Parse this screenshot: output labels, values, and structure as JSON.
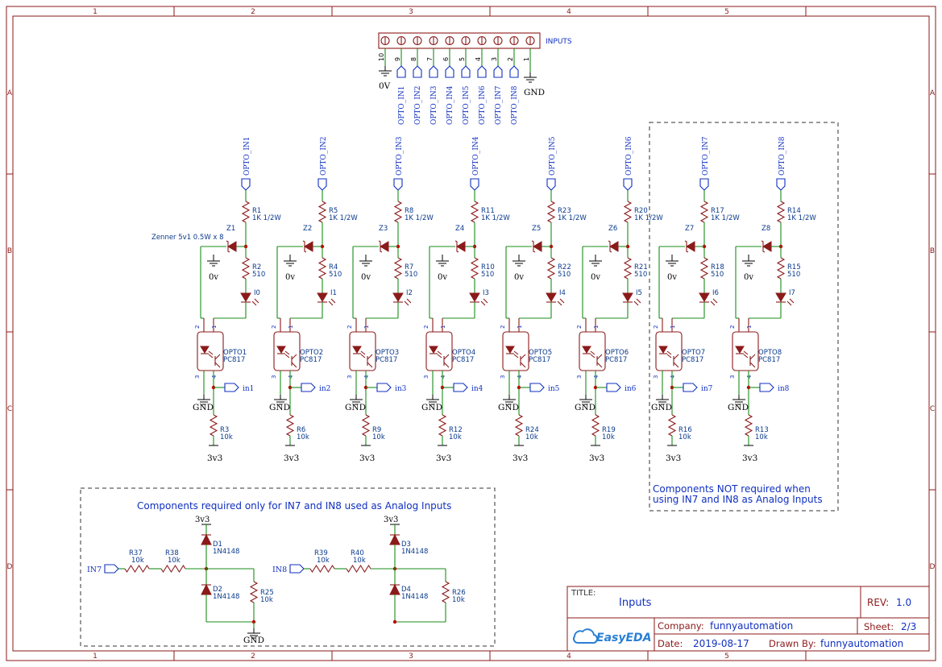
{
  "border": {
    "columns": [
      "1",
      "2",
      "3",
      "4",
      "5"
    ],
    "rows": [
      "A",
      "B",
      "C",
      "D"
    ]
  },
  "header": {
    "connector_label": "INPUTS",
    "pins": [
      "10",
      "9",
      "8",
      "7",
      "6",
      "5",
      "4",
      "3",
      "2",
      "1"
    ],
    "zero_v": "0V",
    "gnd": "GND",
    "nets": [
      "OPTO_IN1",
      "OPTO_IN2",
      "OPTO_IN3",
      "OPTO_IN4",
      "OPTO_IN5",
      "OPTO_IN6",
      "OPTO_IN7",
      "OPTO_IN8"
    ]
  },
  "zener_note": "Zenner 5v1 0.5W x 8",
  "channels": [
    {
      "net": "OPTO_IN1",
      "r_in": "R1",
      "r_in_val": "1K 1/2W",
      "zener": "Z1",
      "r_led": "R2",
      "r_led_val": "510",
      "led": "I0",
      "opto": "OPTO1",
      "opto_part": "PC817",
      "out": "in1",
      "r_pu": "R3",
      "r_pu_val": "10k"
    },
    {
      "net": "OPTO_IN2",
      "r_in": "R5",
      "r_in_val": "1K 1/2W",
      "zener": "Z2",
      "r_led": "R4",
      "r_led_val": "510",
      "led": "I1",
      "opto": "OPTO2",
      "opto_part": "PC817",
      "out": "in2",
      "r_pu": "R6",
      "r_pu_val": "10k"
    },
    {
      "net": "OPTO_IN3",
      "r_in": "R8",
      "r_in_val": "1K 1/2W",
      "zener": "Z3",
      "r_led": "R7",
      "r_led_val": "510",
      "led": "I2",
      "opto": "OPTO3",
      "opto_part": "PC817",
      "out": "in3",
      "r_pu": "R9",
      "r_pu_val": "10k"
    },
    {
      "net": "OPTO_IN4",
      "r_in": "R11",
      "r_in_val": "1K 1/2W",
      "zener": "Z4",
      "r_led": "R10",
      "r_led_val": "510",
      "led": "I3",
      "opto": "OPTO4",
      "opto_part": "PC817",
      "out": "in4",
      "r_pu": "R12",
      "r_pu_val": "10k"
    },
    {
      "net": "OPTO_IN5",
      "r_in": "R23",
      "r_in_val": "1K 1/2W",
      "zener": "Z5",
      "r_led": "R22",
      "r_led_val": "510",
      "led": "I4",
      "opto": "OPTO5",
      "opto_part": "PC817",
      "out": "in5",
      "r_pu": "R24",
      "r_pu_val": "10k"
    },
    {
      "net": "OPTO_IN6",
      "r_in": "R20",
      "r_in_val": "1K 1/2W",
      "zener": "Z6",
      "r_led": "R21",
      "r_led_val": "510",
      "led": "I5",
      "opto": "OPTO6",
      "opto_part": "PC817",
      "out": "in6",
      "r_pu": "R19",
      "r_pu_val": "10k"
    },
    {
      "net": "OPTO_IN7",
      "r_in": "R17",
      "r_in_val": "1K 1/2W",
      "zener": "Z7",
      "r_led": "R18",
      "r_led_val": "510",
      "led": "I6",
      "opto": "OPTO7",
      "opto_part": "PC817",
      "out": "in7",
      "r_pu": "R16",
      "r_pu_val": "10k"
    },
    {
      "net": "OPTO_IN8",
      "r_in": "R14",
      "r_in_val": "1K 1/2W",
      "zener": "Z8",
      "r_led": "R15",
      "r_led_val": "510",
      "led": "I7",
      "opto": "OPTO8",
      "opto_part": "PC817",
      "out": "in8",
      "r_pu": "R13",
      "r_pu_val": "10k"
    }
  ],
  "channel_labels": {
    "gnd_small": "0v",
    "gnd": "GND",
    "supply": "3v3",
    "pin1": "1",
    "pin2": "2",
    "pin3": "3",
    "pin4": "4"
  },
  "analog": {
    "title": "Components required only for IN7 and IN8 used as Analog Inputs",
    "supply": "3v3",
    "gnd": "GND",
    "left": {
      "net": "IN7",
      "r_a": "R37",
      "r_a_val": "10k",
      "r_b": "R38",
      "r_b_val": "10k",
      "d_top": "D1",
      "d_top_val": "1N4148",
      "d_bot": "D2",
      "d_bot_val": "1N4148",
      "r_gnd": "R25",
      "r_gnd_val": "10k"
    },
    "right": {
      "net": "IN8",
      "r_a": "R39",
      "r_a_val": "10k",
      "r_b": "R40",
      "r_b_val": "10k",
      "d_top": "D3",
      "d_top_val": "1N4148",
      "d_bot": "D4",
      "d_bot_val": "1N4148",
      "r_gnd": "R26",
      "r_gnd_val": "10k"
    }
  },
  "not_required_note": [
    "Components NOT required when",
    "using IN7 and IN8 as Analog Inputs"
  ],
  "title_block": {
    "title_label": "TITLE:",
    "title": "Inputs",
    "rev_label": "REV:",
    "rev": "1.0",
    "company_label": "Company:",
    "company": "funnyautomation",
    "sheet_label": "Sheet:",
    "sheet": "2/3",
    "date_label": "Date:",
    "date": "2019-08-17",
    "drawn_label": "Drawn By:",
    "drawn": "funnyautomation",
    "logo": "EasyEDA"
  },
  "colors": {
    "frame": "#8b1a1a",
    "wire": "#1a8c1a",
    "label_blue": "#1030c0",
    "junction": "#c00000"
  }
}
